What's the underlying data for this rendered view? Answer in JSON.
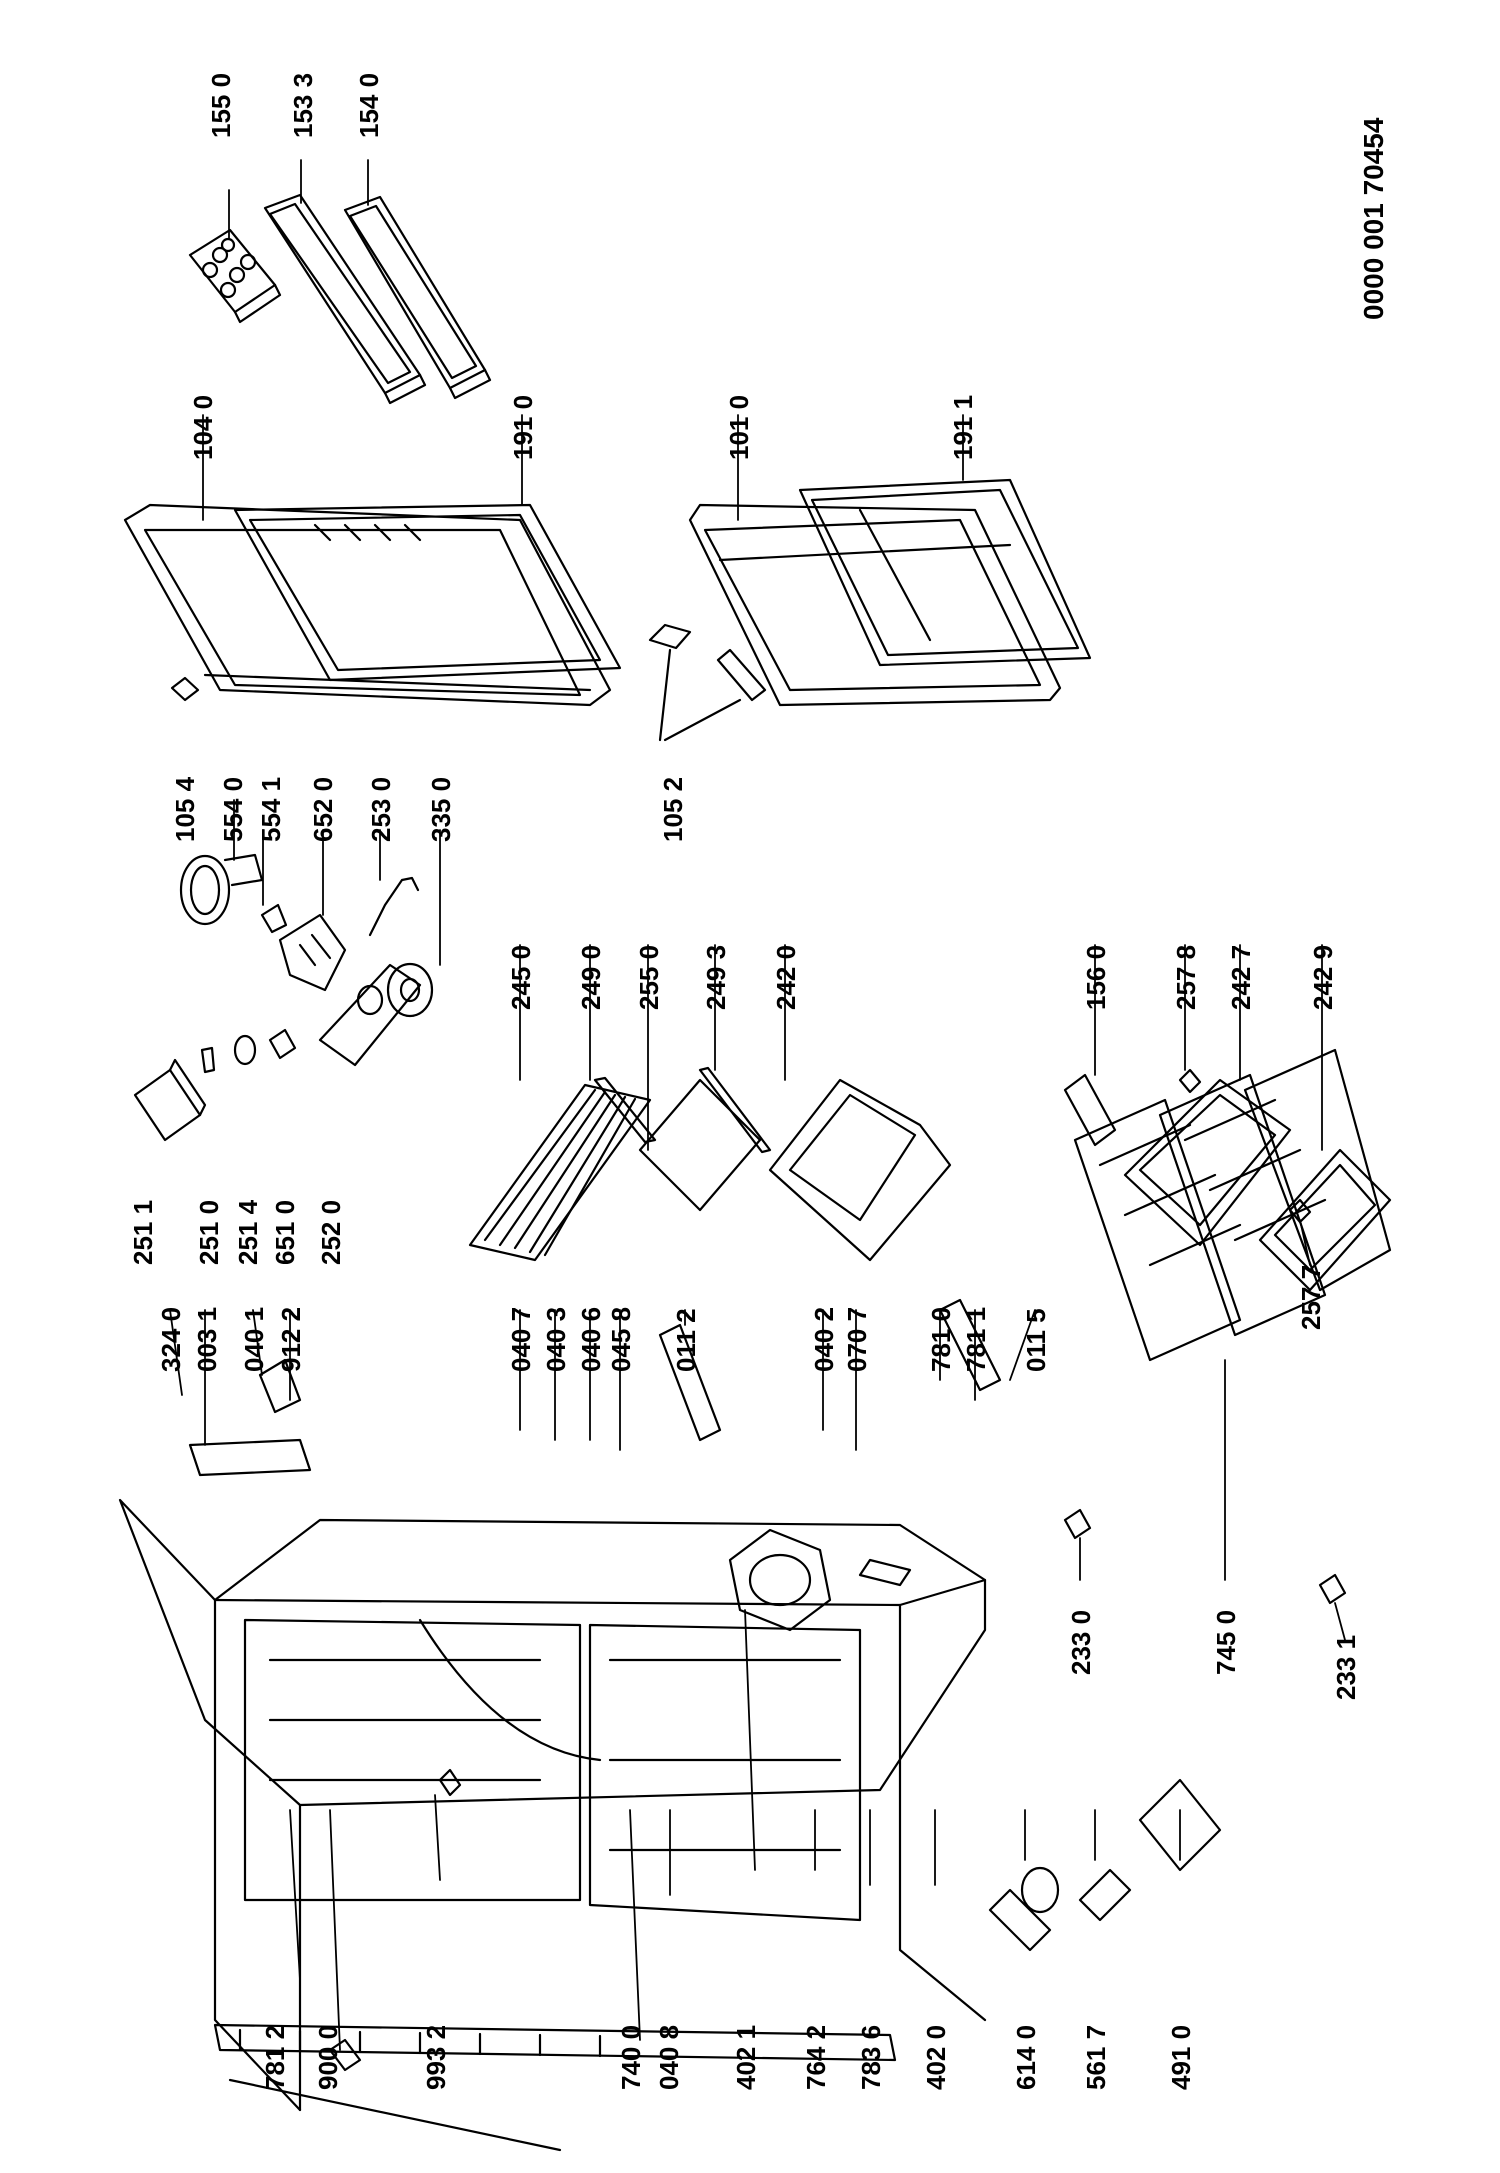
{
  "document": {
    "number": "0000 001 70454"
  },
  "labels": {
    "p155_0": "155 0",
    "p153_3": "153 3",
    "p154_0": "154 0",
    "p104_0": "104 0",
    "p191_0": "191 0",
    "p101_0": "101 0",
    "p191_1": "191 1",
    "p105_4": "105 4",
    "p554_0": "554 0",
    "p554_1": "554 1",
    "p652_0": "652 0",
    "p253_0": "253 0",
    "p335_0": "335 0",
    "p105_2": "105 2",
    "p251_1": "251 1",
    "p251_0": "251 0",
    "p251_4": "251 4",
    "p651_0": "651 0",
    "p252_0": "252 0",
    "p245_0": "245 0",
    "p249_0": "249 0",
    "p255_0": "255 0",
    "p249_3": "249 3",
    "p242_0": "242 0",
    "p156_0": "156 0",
    "p257_8": "257 8",
    "p242_7": "242 7",
    "p242_9": "242 9",
    "p257_7": "257 7",
    "p324_0": "324 0",
    "p003_1": "003 1",
    "p040_1": "040 1",
    "p912_2": "912 2",
    "p040_7": "040 7",
    "p040_3": "040 3",
    "p040_6": "040 6",
    "p045_8": "045 8",
    "p011_2": "011 2",
    "p040_2": "040 2",
    "p070_7": "070 7",
    "p781_0": "781 0",
    "p781_1": "781 1",
    "p011_5": "011 5",
    "p233_0": "233 0",
    "p745_0": "745 0",
    "p233_1": "233 1",
    "p781_2": "781 2",
    "p900_0": "900 0",
    "p993_2": "993 2",
    "p740_0": "740 0",
    "p040_8": "040 8",
    "p402_1": "402 1",
    "p764_2": "764 2",
    "p783_6": "783 6",
    "p402_0": "402 0",
    "p614_0": "614 0",
    "p561_7": "561 7",
    "p491_0": "491 0"
  }
}
